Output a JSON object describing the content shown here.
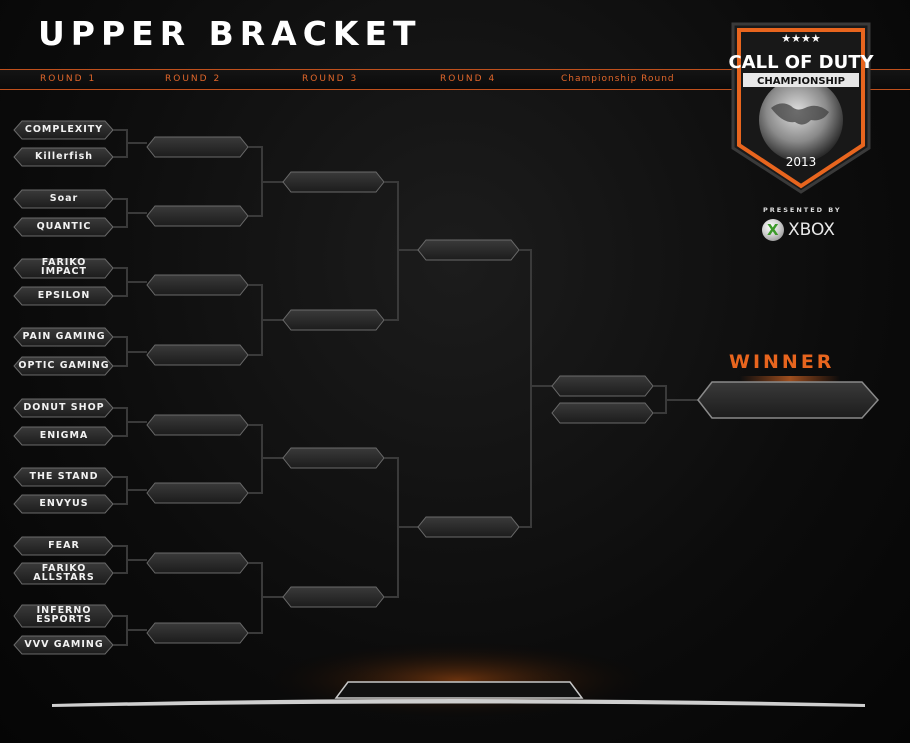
{
  "header": {
    "title": "UPPER BRACKET"
  },
  "rounds": [
    "ROUND 1",
    "ROUND 2",
    "ROUND 3",
    "ROUND 4",
    "Championship Round"
  ],
  "teams": [
    "COMPLEXITY",
    "Killerfish",
    "Soar",
    "QUANTIC",
    "FARIKO IMPACT",
    "EPSILON",
    "PAIN GAMING",
    "OPTIC GAMING",
    "DONUT SHOP",
    "ENIGMA",
    "THE STAND",
    "ENVYUS",
    "FEAR",
    "FARIKO ALLSTARS",
    "INFERNO ESPORTS",
    "VVV GAMING"
  ],
  "winner_label": "WINNER",
  "logo": {
    "line1": "CALL OF DUTY",
    "line2": "CHAMPIONSHIP",
    "year": "2013",
    "stars": "★★★★"
  },
  "sponsor": {
    "presented_by": "PRESENTED BY",
    "name": "XBOX"
  },
  "colors": {
    "accent": "#e8651e",
    "slot_fill": "#2a2a2a",
    "slot_edge": "#6a6a6a",
    "line": "#3a3a3a"
  }
}
